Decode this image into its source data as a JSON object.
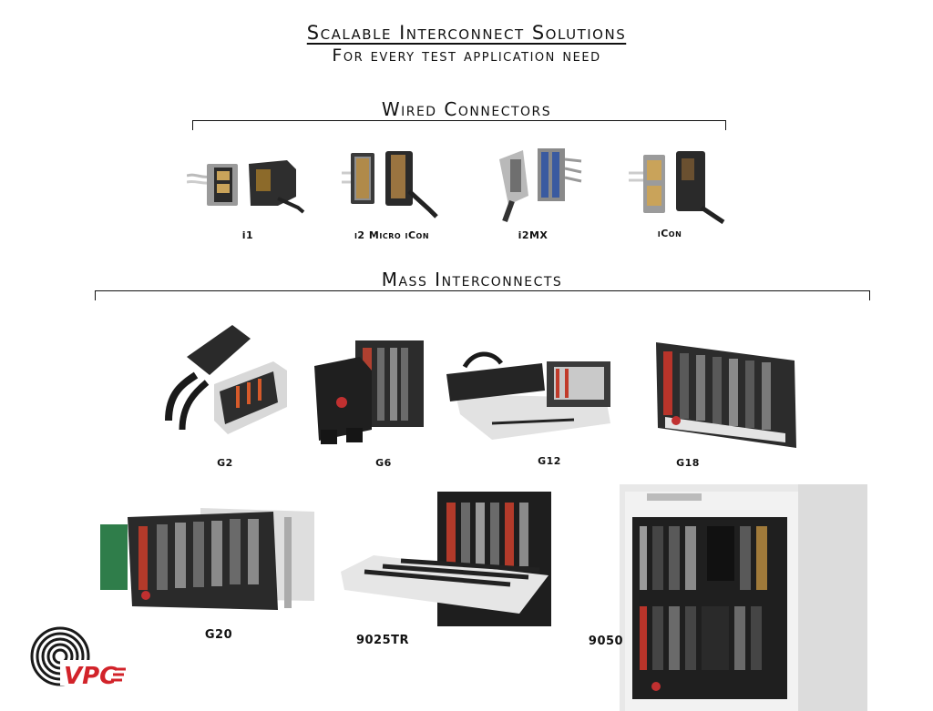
{
  "header": {
    "title": "Scalable Interconnect Solutions",
    "subtitle": "For every test application need"
  },
  "sections": {
    "wired": {
      "title": "Wired Connectors"
    },
    "mass": {
      "title": "Mass Interconnects"
    }
  },
  "wired_products": [
    {
      "label": "i1"
    },
    {
      "label": "i2 Micro iCon"
    },
    {
      "label": "i2MX"
    },
    {
      "label": "iCon"
    }
  ],
  "mass_products": [
    {
      "label": "G2"
    },
    {
      "label": "G6"
    },
    {
      "label": "G12"
    },
    {
      "label": "G18"
    },
    {
      "label": "G20"
    },
    {
      "label": "9025TR"
    },
    {
      "label": "9050"
    }
  ],
  "logo": {
    "text": "VPC",
    "colors": {
      "accent": "#d2232a",
      "dark": "#1a1a1a"
    }
  }
}
